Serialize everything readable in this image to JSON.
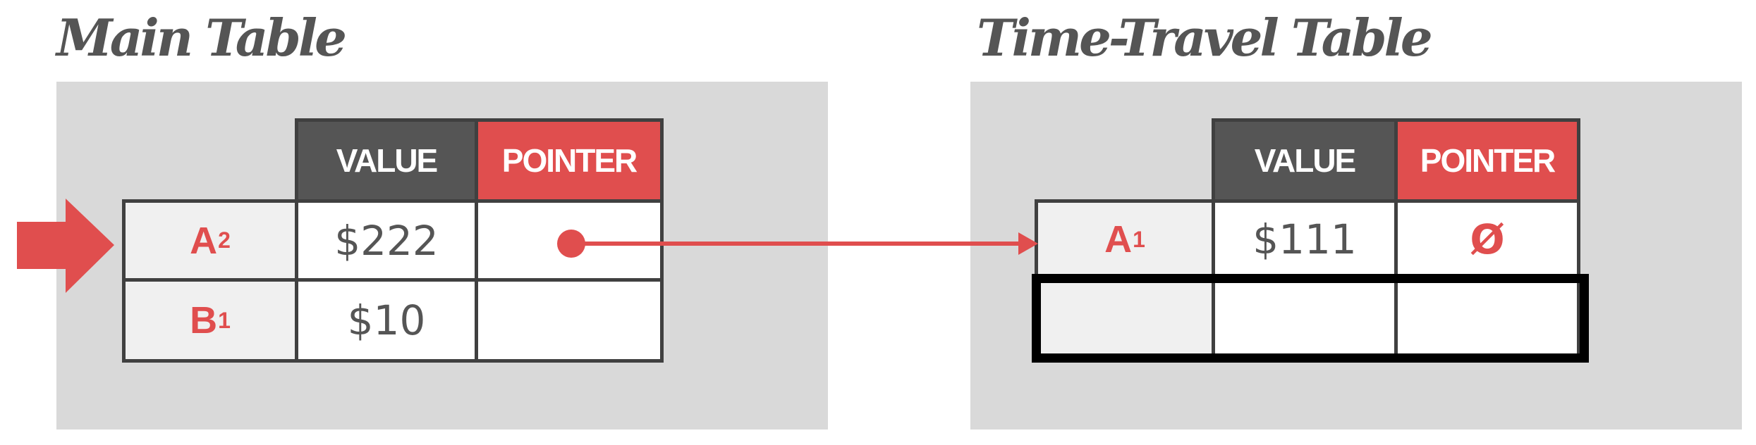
{
  "main_table": {
    "title": "Main Table",
    "headers": {
      "value": "VALUE",
      "pointer": "POINTER"
    },
    "rows": [
      {
        "key": "A",
        "version": "2",
        "value": "$222",
        "pointer": ""
      },
      {
        "key": "B",
        "version": "1",
        "value": "$10",
        "pointer": ""
      }
    ]
  },
  "time_travel_table": {
    "title": "Time-Travel Table",
    "headers": {
      "value": "VALUE",
      "pointer": "POINTER"
    },
    "rows": [
      {
        "key": "A",
        "version": "1",
        "value": "$111",
        "pointer": "Ø"
      },
      {
        "key": "",
        "version": "",
        "value": "",
        "pointer": ""
      }
    ]
  },
  "colors": {
    "accent_red": "#e04e4e",
    "header_gray": "#555555",
    "border_gray": "#404040",
    "panel_gray": "#d9d9d9",
    "key_cell_bg": "#f0f0f0"
  }
}
